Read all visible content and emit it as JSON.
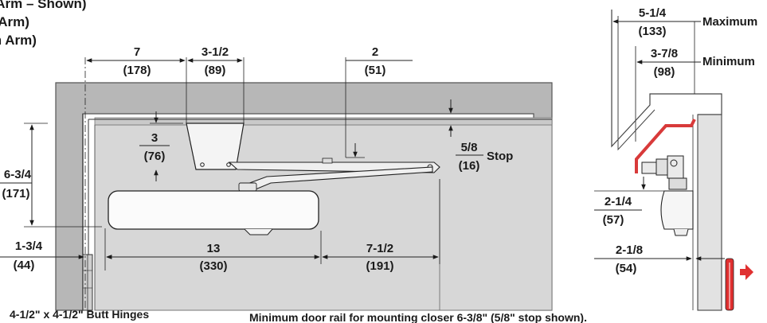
{
  "title_lines": [
    "(Form Arm – Shown)",
    "(Form Arm)",
    "(Form Arm)"
  ],
  "front_view": {
    "dims": [
      {
        "id": "d7",
        "top": "7",
        "bottom": "(178)"
      },
      {
        "id": "d312",
        "top": "3-1/2",
        "bottom": "(89)"
      },
      {
        "id": "d2",
        "top": "2",
        "bottom": "(51)"
      },
      {
        "id": "d3",
        "top": "3",
        "bottom": "(76)"
      },
      {
        "id": "d58",
        "top": "5/8",
        "bottom": "(16)"
      },
      {
        "id": "d634",
        "top": "6-3/4",
        "bottom": "(171)"
      },
      {
        "id": "d134",
        "top": "1-3/4",
        "bottom": "(44)"
      },
      {
        "id": "d13",
        "top": "13",
        "bottom": "(330)"
      },
      {
        "id": "d712",
        "top": "7-1/2",
        "bottom": "(191)"
      }
    ],
    "stop_label": "Stop"
  },
  "side_view": {
    "dims": [
      {
        "id": "d514",
        "top": "5-1/4",
        "bottom": "(133)",
        "note": "Maximum"
      },
      {
        "id": "d378",
        "top": "3-7/8",
        "bottom": "(98)",
        "note": "Minimum"
      },
      {
        "id": "d214",
        "top": "2-1/4",
        "bottom": "(57)"
      },
      {
        "id": "d218",
        "top": "2-1/8",
        "bottom": "(54)"
      }
    ]
  },
  "captions": {
    "hinges": "4-1/2\" x 4-1/2\" Butt Hinges",
    "rail": "Minimum door rail for mounting closer 6-3/8\" (5/8\" stop shown)."
  },
  "colors": {
    "frame": "#b7b7b7",
    "frame_edge": "#555555",
    "door": "#d7d7d7",
    "line": "#1a1a1a",
    "arm_red": "#d83a3a",
    "arrow_red": "#e03030"
  }
}
